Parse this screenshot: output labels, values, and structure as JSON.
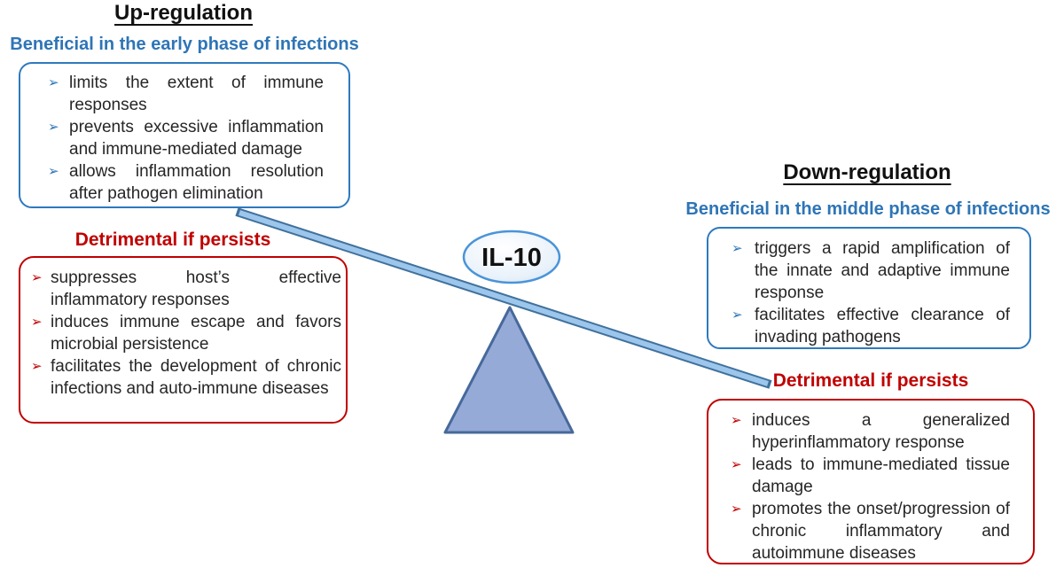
{
  "center": {
    "label": "IL-10"
  },
  "glyphs": {
    "bullet": "➢"
  },
  "colors": {
    "accent_blue": "#2e75b6",
    "accent_red": "#c00000",
    "box_blue_border": "#2e79be",
    "beam_fill": "#9cc6ec",
    "beam_edge": "#41719c",
    "triangle_fill": "#96aad7",
    "triangle_edge": "#46699b",
    "ellipse_border": "#4a94d8"
  },
  "up": {
    "title": "Up-regulation",
    "subtitle": "Beneficial in the early phase of infections",
    "beneficial_items": [
      "limits the extent of immune responses",
      "prevents excessive inflammation and immune-mediated damage",
      "allows inflammation resolution after pathogen elimination"
    ],
    "detrimental_title": "Detrimental if persists",
    "detrimental_items": [
      "suppresses host’s effective inflammatory responses",
      "induces immune escape and favors microbial persistence",
      "facilitates the development of chronic infections and auto-immune diseases"
    ]
  },
  "down": {
    "title": "Down-regulation",
    "subtitle": "Beneficial in the middle phase of infections",
    "beneficial_items": [
      "triggers a rapid amplification of the innate and adaptive immune response",
      "facilitates effective clearance of invading pathogens"
    ],
    "detrimental_title": "Detrimental if persists",
    "detrimental_items": [
      "induces a generalized hyperinflammatory response",
      "leads to immune-mediated tissue damage",
      "promotes the onset/progression of chronic inflammatory and autoimmune diseases"
    ]
  }
}
